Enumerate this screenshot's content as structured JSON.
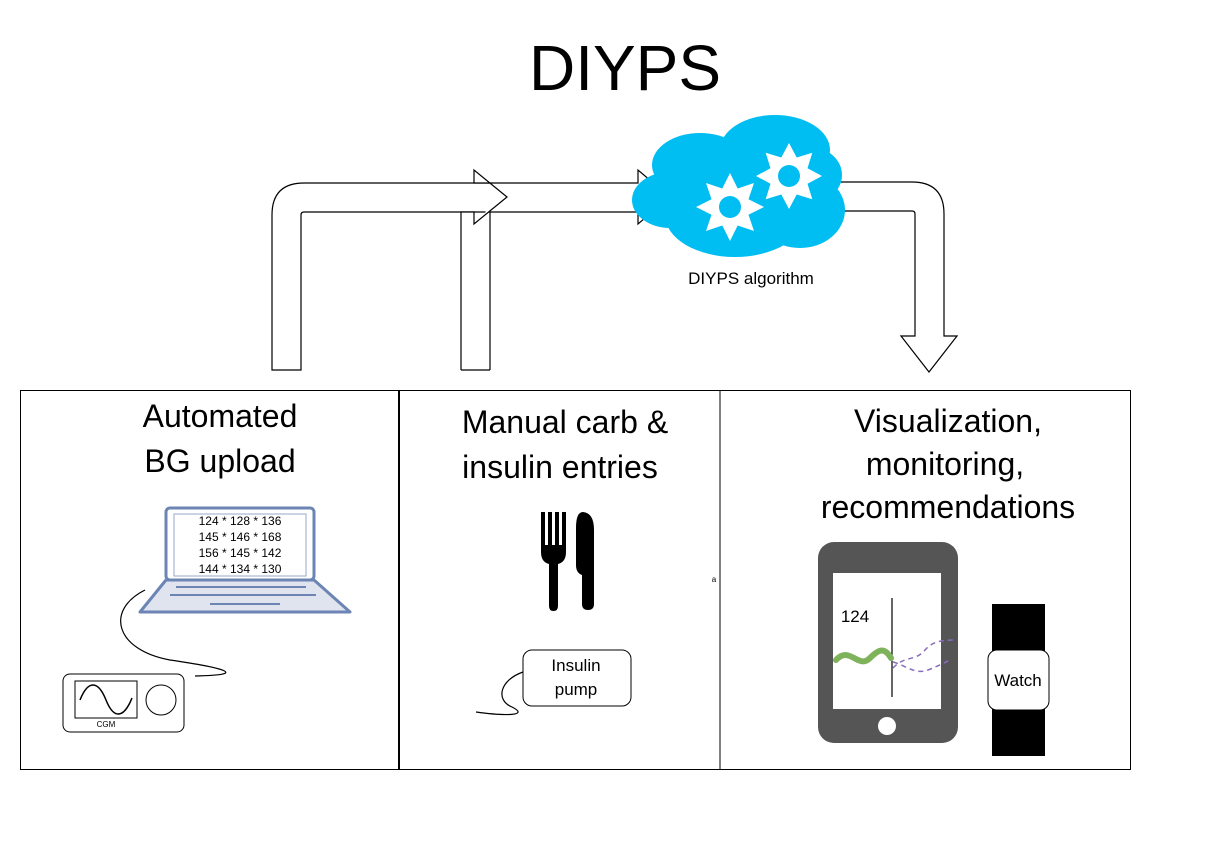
{
  "title": "DIYPS",
  "cloud": {
    "label": "DIYPS algorithm",
    "icon": "cloud-gears-icon",
    "color": "#00bdf2"
  },
  "panels": [
    {
      "id": "bg-upload",
      "heading_lines": [
        "Automated",
        "BG upload"
      ],
      "laptop_readings": [
        "124 * 128 * 136",
        "145 * 146 * 168",
        "156 * 145 * 142",
        "144 * 134 * 130"
      ],
      "device_label": "CGM"
    },
    {
      "id": "manual-entries",
      "heading_lines": [
        "Manual carb &",
        "insulin entries"
      ],
      "pump_label_lines": [
        "Insulin",
        "pump"
      ],
      "stray_mark": "a"
    },
    {
      "id": "visualization",
      "heading_lines": [
        "Visualization,",
        "monitoring,",
        "recommendations"
      ],
      "phone_reading": "124",
      "watch_label": "Watch"
    }
  ],
  "colors": {
    "laptop": "#6d85b5",
    "phone": "#555555",
    "bg_line": "#7fb35b",
    "prediction": "#8a6bbf"
  }
}
